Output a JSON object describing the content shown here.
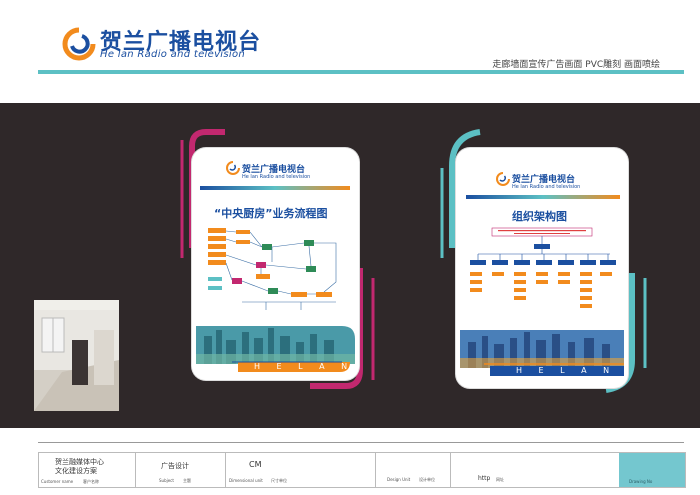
{
  "header": {
    "logo_cn": "贺兰广播电视台",
    "logo_en": "He lan Radio and television",
    "caption": "走廊墙面宣传广告画面 PVC雕刻 画面喷绘"
  },
  "boards": {
    "left": {
      "logo_cn": "贺兰广播电视台",
      "logo_en": "He lan Radio and television",
      "title": "“中央厨房”业务流程图",
      "footer": "H E L A N"
    },
    "right": {
      "logo_cn": "贺兰广播电视台",
      "logo_en": "He lan Radio and television",
      "title": "组织架构图",
      "footer": "H E L A N"
    }
  },
  "footer": {
    "client_cn": "贺兰融媒体中心",
    "client_plan": "文化建设方案",
    "customer_label": "Customer name",
    "customer_cn": "客户名称",
    "subject_value": "广告设计",
    "subject_label": "Subject",
    "subject_cn": "主题",
    "unit_value": "CM",
    "unit_label": "Dimensional unit",
    "unit_cn": "尺寸单位",
    "design_label": "Design Unit",
    "design_cn": "设计单位",
    "http_label": "http",
    "http_cn": "网址",
    "drawing_label": "Drawing No"
  },
  "colors": {
    "accent_teal": "#5cc0c4",
    "accent_magenta": "#c2286f",
    "brand_blue": "#1b4fa0",
    "wall": "#2f2829"
  }
}
